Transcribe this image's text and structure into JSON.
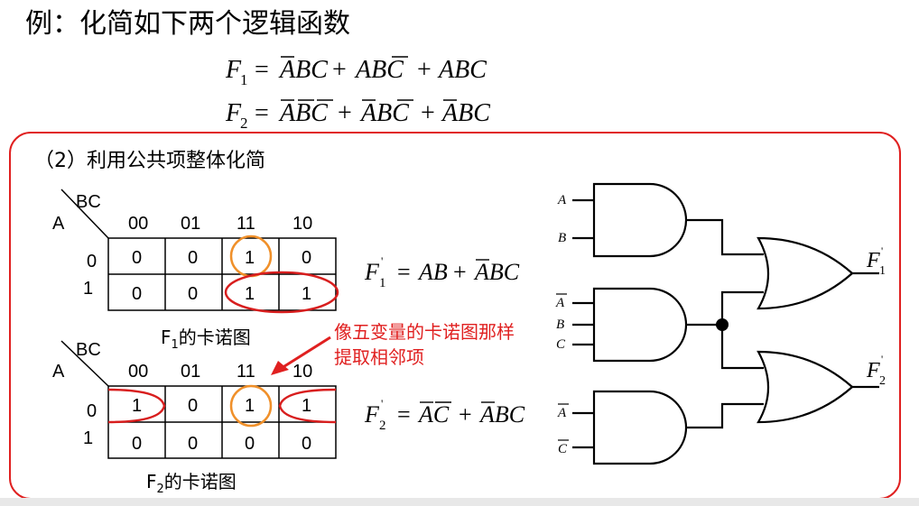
{
  "title": "例：化简如下两个逻辑函数",
  "equations": {
    "f1_lhs": "F",
    "f1_sub": "1",
    "f2_lhs": "F",
    "f2_sub": "2"
  },
  "section_label": "（2）利用公共项整体化简",
  "kmap1": {
    "corner_top": "BC",
    "corner_left": "A",
    "col_headers": [
      "00",
      "01",
      "11",
      "10"
    ],
    "row_headers": [
      "0",
      "1"
    ],
    "rows": [
      [
        "0",
        "0",
        "1",
        "0"
      ],
      [
        "0",
        "0",
        "1",
        "1"
      ]
    ],
    "caption_main": "F",
    "caption_sub": "1",
    "caption_rest": "的卡诺图"
  },
  "kmap2": {
    "corner_top": "BC",
    "corner_left": "A",
    "col_headers": [
      "00",
      "01",
      "11",
      "10"
    ],
    "row_headers": [
      "0",
      "1"
    ],
    "rows": [
      [
        "1",
        "0",
        "1",
        "1"
      ],
      [
        "0",
        "0",
        "0",
        "0"
      ]
    ],
    "caption_main": "F",
    "caption_sub": "2",
    "caption_rest": "的卡诺图"
  },
  "annotation": {
    "line1": "像五变量的卡诺图那样",
    "line2": "提取相邻项"
  },
  "circuit": {
    "input_a": "A",
    "input_b": "B",
    "input_c": "C",
    "output_f": "F",
    "output_1": "1",
    "output_2": "2"
  },
  "colors": {
    "frame": "#e02020",
    "ellipse_red": "#d81e1e",
    "ellipse_orange": "#f0902a",
    "annotation": "#e02020"
  }
}
